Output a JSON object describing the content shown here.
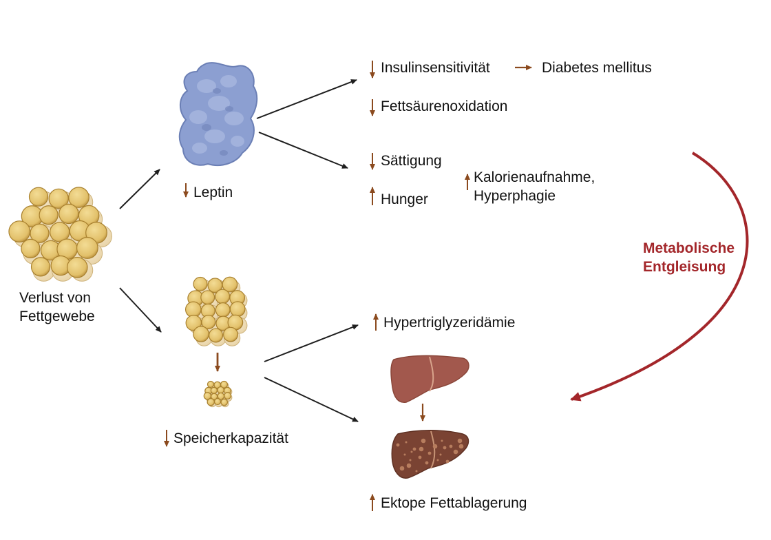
{
  "colors": {
    "arrow": "#1e1e1e",
    "brown_arrow": "#8b4a1e",
    "red_arrow": "#a3262a",
    "fat_cell": "#e7c875",
    "leptin": "#8c9fd1",
    "liver": "#a2584d",
    "fatty_liver": "#7a4333"
  },
  "icons": [
    "fat-tissue-icon",
    "leptin-protein-icon",
    "liver-icon",
    "fatty-liver-icon",
    "down-arrow-icon",
    "up-arrow-icon"
  ],
  "labels": {
    "fat_loss_line1": "Verlust von",
    "fat_loss_line2": "Fettgewebe",
    "leptin": "Leptin",
    "insulin": "Insulinsensitivität",
    "diabetes": "Diabetes mellitus",
    "fatty_acid": "Fettsäurenoxidation",
    "satiety": "Sättigung",
    "hunger": "Hunger",
    "calories_line1": "Kalorienaufnahme,",
    "calories_line2": "Hyperphagie",
    "storage": "Speicherkapazität",
    "hypertrig": "Hypertriglyzeridämie",
    "ectopic": "Ektope Fettablagerung",
    "metabolic_line1": "Metabolische",
    "metabolic_line2": "Entgleisung"
  }
}
